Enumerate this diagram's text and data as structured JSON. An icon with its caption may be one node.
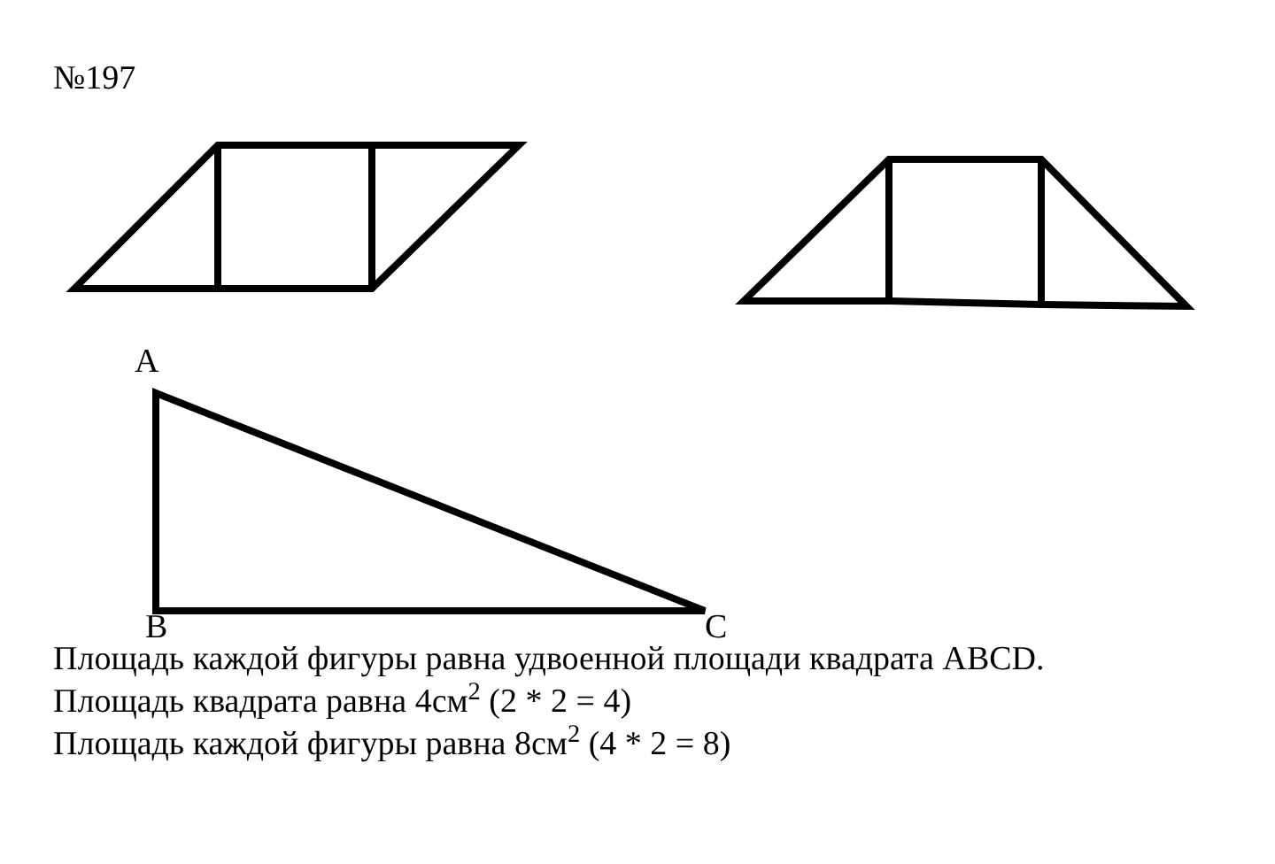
{
  "diagram": {
    "labels": [
      "№197",
      "A",
      "B",
      "C",
      "Площадь каждой фигуры равна удвоенной площади квадрата ABCD.",
      "Площадь квадрата равна 4см$^{2}$ (2 * 2 = 4)",
      "Площадь каждой фигуры равна 8см$^{2}$ (4 * 2 = 8)"
    ]
  }
}
